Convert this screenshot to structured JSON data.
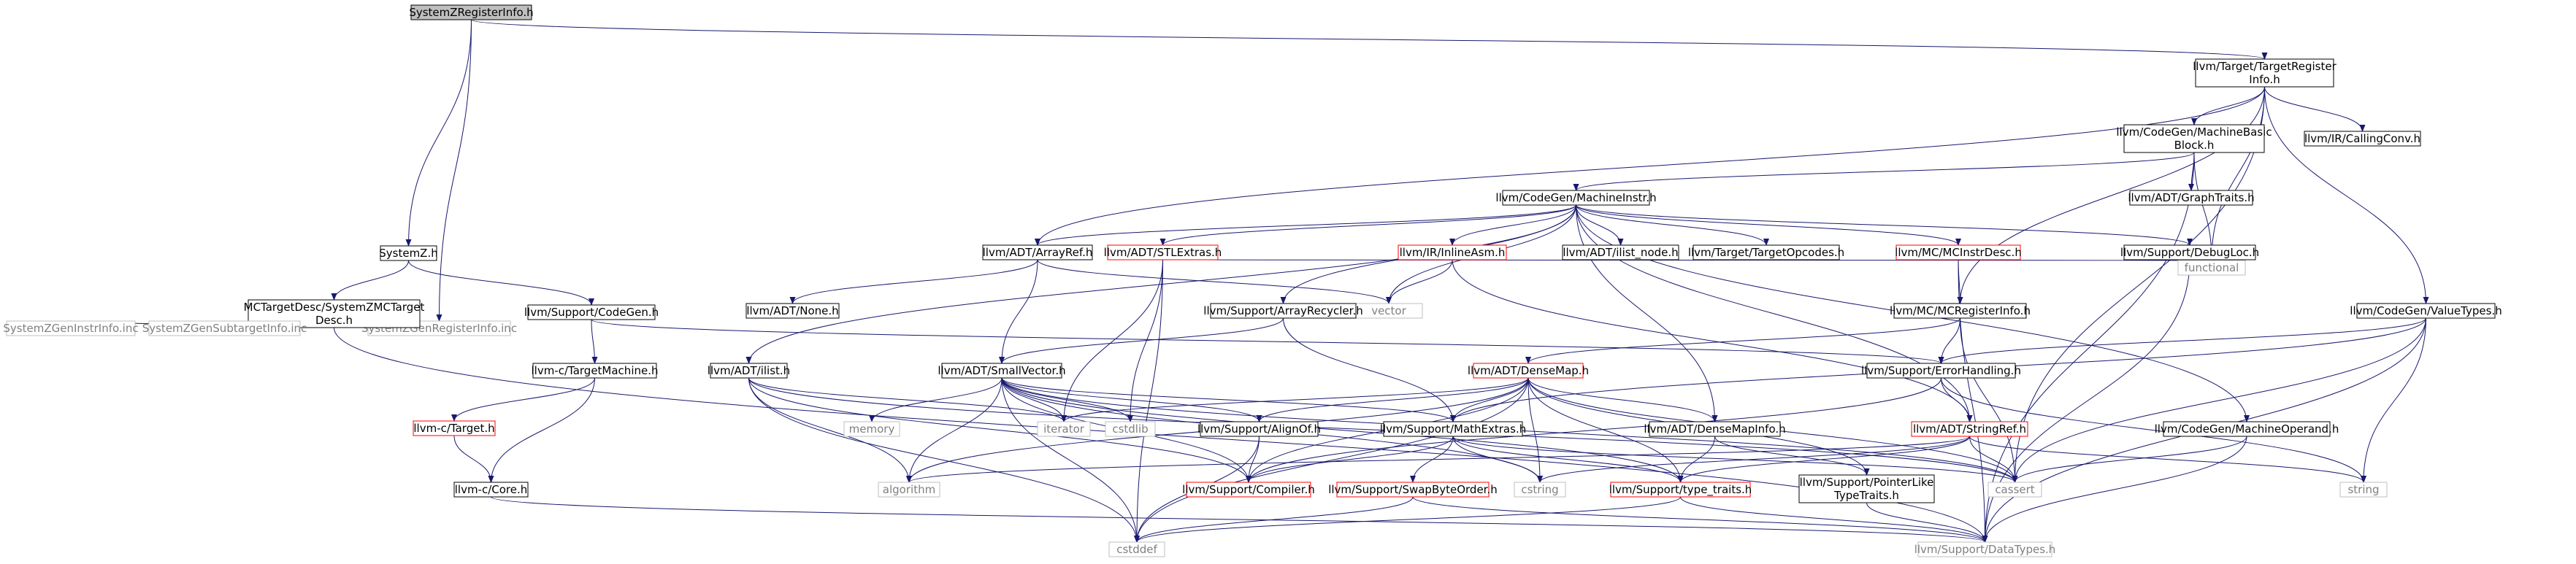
{
  "colors": {
    "edge": "#191970",
    "node_border": "#000000",
    "external_border": "#bfbfbf",
    "missing_border": "#ff0000",
    "root_fill": "#bfbfbf",
    "text": "#000000",
    "external_text": "#808080"
  },
  "nodes": [
    {
      "id": "systemz_registerinfo_h",
      "lines": [
        "SystemZRegisterInfo.h"
      ],
      "kind": "root"
    },
    {
      "id": "llvm_target_targetregisterinfo_h",
      "lines": [
        "llvm/Target/TargetRegister",
        "Info.h"
      ],
      "kind": "normal"
    },
    {
      "id": "systemz_h",
      "lines": [
        "SystemZ.h"
      ],
      "kind": "normal"
    },
    {
      "id": "systemzgenregisterinfo_inc",
      "lines": [
        "SystemZGenRegisterInfo.inc"
      ],
      "kind": "external"
    },
    {
      "id": "mctargetdesc_systemzmctargetdesc_h",
      "lines": [
        "MCTargetDesc/SystemZMCTarget",
        "Desc.h"
      ],
      "kind": "normal"
    },
    {
      "id": "llvm_support_codegen_h",
      "lines": [
        "llvm/Support/CodeGen.h"
      ],
      "kind": "normal"
    },
    {
      "id": "systemzgeninstrinfo_inc",
      "lines": [
        "SystemZGenInstrInfo.inc"
      ],
      "kind": "external"
    },
    {
      "id": "systemzgensubtargetinfo_inc",
      "lines": [
        "SystemZGenSubtargetInfo.inc"
      ],
      "kind": "external"
    },
    {
      "id": "llvm_c_targetmachine_h",
      "lines": [
        "llvm-c/TargetMachine.h"
      ],
      "kind": "normal"
    },
    {
      "id": "llvm_c_target_h",
      "lines": [
        "llvm-c/Target.h"
      ],
      "kind": "missing"
    },
    {
      "id": "llvm_c_core_h",
      "lines": [
        "llvm-c/Core.h"
      ],
      "kind": "normal"
    },
    {
      "id": "llvm_codegen_machinebasicblock_h",
      "lines": [
        "llvm/CodeGen/MachineBasic",
        "Block.h"
      ],
      "kind": "normal"
    },
    {
      "id": "llvm_ir_callingconv_h",
      "lines": [
        "llvm/IR/CallingConv.h"
      ],
      "kind": "normal"
    },
    {
      "id": "llvm_codegen_machineinstr_h",
      "lines": [
        "llvm/CodeGen/MachineInstr.h"
      ],
      "kind": "normal"
    },
    {
      "id": "llvm_adt_graphtraits_h",
      "lines": [
        "llvm/ADT/GraphTraits.h"
      ],
      "kind": "normal"
    },
    {
      "id": "llvm_adt_arrayref_h",
      "lines": [
        "llvm/ADT/ArrayRef.h"
      ],
      "kind": "normal"
    },
    {
      "id": "llvm_adt_stlextras_h",
      "lines": [
        "llvm/ADT/STLExtras.h"
      ],
      "kind": "missing"
    },
    {
      "id": "llvm_ir_inlineasm_h",
      "lines": [
        "llvm/IR/InlineAsm.h"
      ],
      "kind": "missing"
    },
    {
      "id": "llvm_adt_ilist_node_h",
      "lines": [
        "llvm/ADT/ilist_node.h"
      ],
      "kind": "normal"
    },
    {
      "id": "llvm_target_targetopcodes_h",
      "lines": [
        "llvm/Target/TargetOpcodes.h"
      ],
      "kind": "normal"
    },
    {
      "id": "llvm_mc_mcinstrdesc_h",
      "lines": [
        "llvm/MC/MCInstrDesc.h"
      ],
      "kind": "missing"
    },
    {
      "id": "llvm_support_debugloc_h",
      "lines": [
        "llvm/Support/DebugLoc.h"
      ],
      "kind": "normal"
    },
    {
      "id": "llvm_adt_none_h",
      "lines": [
        "llvm/ADT/None.h"
      ],
      "kind": "normal"
    },
    {
      "id": "vector",
      "lines": [
        "vector"
      ],
      "kind": "external"
    },
    {
      "id": "functional",
      "lines": [
        "functional"
      ],
      "kind": "external"
    },
    {
      "id": "llvm_codegen_valuetypes_h",
      "lines": [
        "llvm/CodeGen/ValueTypes.h"
      ],
      "kind": "normal"
    },
    {
      "id": "llvm_support_arrayrecycler_h",
      "lines": [
        "llvm/Support/ArrayRecycler.h"
      ],
      "kind": "normal"
    },
    {
      "id": "llvm_mc_mcregisterinfo_h",
      "lines": [
        "llvm/MC/MCRegisterInfo.h"
      ],
      "kind": "normal"
    },
    {
      "id": "llvm_adt_ilist_h",
      "lines": [
        "llvm/ADT/ilist.h"
      ],
      "kind": "normal"
    },
    {
      "id": "llvm_adt_smallvector_h",
      "lines": [
        "llvm/ADT/SmallVector.h"
      ],
      "kind": "normal"
    },
    {
      "id": "llvm_adt_densemap_h",
      "lines": [
        "llvm/ADT/DenseMap.h"
      ],
      "kind": "missing"
    },
    {
      "id": "llvm_support_errorhandling_h",
      "lines": [
        "llvm/Support/ErrorHandling.h"
      ],
      "kind": "normal"
    },
    {
      "id": "memory",
      "lines": [
        "memory"
      ],
      "kind": "external"
    },
    {
      "id": "iterator",
      "lines": [
        "iterator"
      ],
      "kind": "external"
    },
    {
      "id": "cstdlib",
      "lines": [
        "cstdlib"
      ],
      "kind": "external"
    },
    {
      "id": "llvm_support_alignof_h",
      "lines": [
        "llvm/Support/AlignOf.h"
      ],
      "kind": "normal"
    },
    {
      "id": "llvm_support_mathextras_h",
      "lines": [
        "llvm/Support/MathExtras.h"
      ],
      "kind": "normal"
    },
    {
      "id": "llvm_adt_densemapinfo_h",
      "lines": [
        "llvm/ADT/DenseMapInfo.h"
      ],
      "kind": "normal"
    },
    {
      "id": "llvm_adt_stringref_h",
      "lines": [
        "llvm/ADT/StringRef.h"
      ],
      "kind": "missing"
    },
    {
      "id": "llvm_codegen_machineoperand_h",
      "lines": [
        "llvm/CodeGen/MachineOperand.h"
      ],
      "kind": "normal"
    },
    {
      "id": "algorithm",
      "lines": [
        "algorithm"
      ],
      "kind": "external"
    },
    {
      "id": "llvm_support_compiler_h",
      "lines": [
        "llvm/Support/Compiler.h"
      ],
      "kind": "missing"
    },
    {
      "id": "llvm_support_swapbyteorder_h",
      "lines": [
        "llvm/Support/SwapByteOrder.h"
      ],
      "kind": "missing"
    },
    {
      "id": "cstring",
      "lines": [
        "cstring"
      ],
      "kind": "external"
    },
    {
      "id": "llvm_support_type_traits_h",
      "lines": [
        "llvm/Support/type_traits.h"
      ],
      "kind": "missing"
    },
    {
      "id": "llvm_support_pointerliketypetraits_h",
      "lines": [
        "llvm/Support/PointerLike",
        "TypeTraits.h"
      ],
      "kind": "normal"
    },
    {
      "id": "cassert",
      "lines": [
        "cassert"
      ],
      "kind": "external"
    },
    {
      "id": "string",
      "lines": [
        "string"
      ],
      "kind": "external"
    },
    {
      "id": "cstddef",
      "lines": [
        "cstddef"
      ],
      "kind": "external"
    },
    {
      "id": "llvm_support_datatypes_h",
      "lines": [
        "llvm/Support/DataTypes.h"
      ],
      "kind": "external"
    }
  ],
  "edges": [
    [
      "systemz_registerinfo_h",
      "llvm_target_targetregisterinfo_h"
    ],
    [
      "systemz_registerinfo_h",
      "systemz_h"
    ],
    [
      "systemz_registerinfo_h",
      "systemzgenregisterinfo_inc"
    ],
    [
      "systemz_h",
      "mctargetdesc_systemzmctargetdesc_h"
    ],
    [
      "systemz_h",
      "llvm_support_codegen_h"
    ],
    [
      "mctargetdesc_systemzmctargetdesc_h",
      "systemzgeninstrinfo_inc"
    ],
    [
      "mctargetdesc_systemzmctargetdesc_h",
      "systemzgensubtargetinfo_inc"
    ],
    [
      "mctargetdesc_systemzmctargetdesc_h",
      "systemzgenregisterinfo_inc"
    ],
    [
      "mctargetdesc_systemzmctargetdesc_h",
      "llvm_support_datatypes_h"
    ],
    [
      "llvm_support_codegen_h",
      "llvm_c_targetmachine_h"
    ],
    [
      "llvm_support_codegen_h",
      "llvm_support_errorhandling_h"
    ],
    [
      "llvm_c_targetmachine_h",
      "llvm_c_target_h"
    ],
    [
      "llvm_c_targetmachine_h",
      "llvm_c_core_h"
    ],
    [
      "llvm_c_target_h",
      "llvm_c_core_h"
    ],
    [
      "llvm_c_core_h",
      "llvm_support_datatypes_h"
    ],
    [
      "llvm_target_targetregisterinfo_h",
      "llvm_codegen_machinebasicblock_h"
    ],
    [
      "llvm_target_targetregisterinfo_h",
      "llvm_ir_callingconv_h"
    ],
    [
      "llvm_target_targetregisterinfo_h",
      "llvm_adt_arrayref_h"
    ],
    [
      "llvm_target_targetregisterinfo_h",
      "llvm_mc_mcregisterinfo_h"
    ],
    [
      "llvm_target_targetregisterinfo_h",
      "llvm_codegen_valuetypes_h"
    ],
    [
      "llvm_target_targetregisterinfo_h",
      "functional"
    ],
    [
      "llvm_target_targetregisterinfo_h",
      "cassert"
    ],
    [
      "llvm_codegen_machinebasicblock_h",
      "llvm_codegen_machineinstr_h"
    ],
    [
      "llvm_codegen_machinebasicblock_h",
      "llvm_adt_graphtraits_h"
    ],
    [
      "llvm_codegen_machinebasicblock_h",
      "functional"
    ],
    [
      "llvm_codegen_machinebasicblock_h",
      "llvm_support_datatypes_h"
    ],
    [
      "llvm_codegen_machineinstr_h",
      "llvm_adt_arrayref_h"
    ],
    [
      "llvm_codegen_machineinstr_h",
      "llvm_adt_stlextras_h"
    ],
    [
      "llvm_codegen_machineinstr_h",
      "llvm_ir_inlineasm_h"
    ],
    [
      "llvm_codegen_machineinstr_h",
      "llvm_adt_ilist_node_h"
    ],
    [
      "llvm_codegen_machineinstr_h",
      "llvm_target_targetopcodes_h"
    ],
    [
      "llvm_codegen_machineinstr_h",
      "llvm_mc_mcinstrdesc_h"
    ],
    [
      "llvm_codegen_machineinstr_h",
      "llvm_support_debugloc_h"
    ],
    [
      "llvm_codegen_machineinstr_h",
      "llvm_adt_ilist_h"
    ],
    [
      "llvm_codegen_machineinstr_h",
      "llvm_support_arrayrecycler_h"
    ],
    [
      "llvm_codegen_machineinstr_h",
      "llvm_adt_densemapinfo_h"
    ],
    [
      "llvm_codegen_machineinstr_h",
      "llvm_codegen_machineoperand_h"
    ],
    [
      "llvm_codegen_machineinstr_h",
      "llvm_adt_stringref_h"
    ],
    [
      "llvm_codegen_machineinstr_h",
      "vector"
    ],
    [
      "llvm_adt_arrayref_h",
      "llvm_adt_none_h"
    ],
    [
      "llvm_adt_arrayref_h",
      "llvm_adt_smallvector_h"
    ],
    [
      "llvm_adt_arrayref_h",
      "vector"
    ],
    [
      "llvm_adt_stlextras_h",
      "cstddef"
    ],
    [
      "llvm_adt_stlextras_h",
      "cstdlib"
    ],
    [
      "llvm_adt_stlextras_h",
      "iterator"
    ],
    [
      "llvm_adt_stlextras_h",
      "functional"
    ],
    [
      "llvm_ir_inlineasm_h",
      "vector"
    ],
    [
      "llvm_ir_inlineasm_h",
      "llvm_adt_stringref_h"
    ],
    [
      "llvm_mc_mcinstrdesc_h",
      "llvm_mc_mcregisterinfo_h"
    ],
    [
      "llvm_mc_mcinstrdesc_h",
      "llvm_support_datatypes_h"
    ],
    [
      "llvm_support_debugloc_h",
      "llvm_support_datatypes_h"
    ],
    [
      "llvm_support_arrayrecycler_h",
      "llvm_adt_smallvector_h"
    ],
    [
      "llvm_support_arrayrecycler_h",
      "llvm_support_mathextras_h"
    ],
    [
      "llvm_mc_mcregisterinfo_h",
      "llvm_adt_densemap_h"
    ],
    [
      "llvm_mc_mcregisterinfo_h",
      "llvm_support_errorhandling_h"
    ],
    [
      "llvm_mc_mcregisterinfo_h",
      "cassert"
    ],
    [
      "llvm_codegen_valuetypes_h",
      "llvm_support_errorhandling_h"
    ],
    [
      "llvm_codegen_valuetypes_h",
      "llvm_support_mathextras_h"
    ],
    [
      "llvm_codegen_valuetypes_h",
      "cassert"
    ],
    [
      "llvm_codegen_valuetypes_h",
      "string"
    ],
    [
      "llvm_codegen_valuetypes_h",
      "llvm_support_datatypes_h"
    ],
    [
      "llvm_adt_ilist_h",
      "algorithm"
    ],
    [
      "llvm_adt_ilist_h",
      "cassert"
    ],
    [
      "llvm_adt_ilist_h",
      "cstddef"
    ],
    [
      "llvm_adt_ilist_h",
      "iterator"
    ],
    [
      "llvm_adt_ilist_h",
      "llvm_support_compiler_h"
    ],
    [
      "llvm_adt_smallvector_h",
      "llvm_support_alignof_h"
    ],
    [
      "llvm_adt_smallvector_h",
      "llvm_support_compiler_h"
    ],
    [
      "llvm_adt_smallvector_h",
      "llvm_support_mathextras_h"
    ],
    [
      "llvm_adt_smallvector_h",
      "llvm_support_type_traits_h"
    ],
    [
      "llvm_adt_smallvector_h",
      "algorithm"
    ],
    [
      "llvm_adt_smallvector_h",
      "cassert"
    ],
    [
      "llvm_adt_smallvector_h",
      "cstddef"
    ],
    [
      "llvm_adt_smallvector_h",
      "cstdlib"
    ],
    [
      "llvm_adt_smallvector_h",
      "cstring"
    ],
    [
      "llvm_adt_smallvector_h",
      "iterator"
    ],
    [
      "llvm_adt_smallvector_h",
      "memory"
    ],
    [
      "llvm_adt_densemap_h",
      "llvm_adt_densemapinfo_h"
    ],
    [
      "llvm_adt_densemap_h",
      "llvm_support_alignof_h"
    ],
    [
      "llvm_adt_densemap_h",
      "llvm_support_compiler_h"
    ],
    [
      "llvm_adt_densemap_h",
      "llvm_support_mathextras_h"
    ],
    [
      "llvm_adt_densemap_h",
      "llvm_support_pointerliketypetraits_h"
    ],
    [
      "llvm_adt_densemap_h",
      "llvm_support_type_traits_h"
    ],
    [
      "llvm_adt_densemap_h",
      "algorithm"
    ],
    [
      "llvm_adt_densemap_h",
      "cassert"
    ],
    [
      "llvm_adt_densemap_h",
      "cstddef"
    ],
    [
      "llvm_adt_densemap_h",
      "cstring"
    ],
    [
      "llvm_adt_densemap_h",
      "iterator"
    ],
    [
      "llvm_support_errorhandling_h",
      "llvm_adt_stringref_h"
    ],
    [
      "llvm_support_errorhandling_h",
      "llvm_support_compiler_h"
    ],
    [
      "llvm_support_errorhandling_h",
      "string"
    ],
    [
      "llvm_support_alignof_h",
      "llvm_support_compiler_h"
    ],
    [
      "llvm_support_alignof_h",
      "cstddef"
    ],
    [
      "llvm_support_mathextras_h",
      "llvm_support_compiler_h"
    ],
    [
      "llvm_support_mathextras_h",
      "llvm_support_swapbyteorder_h"
    ],
    [
      "llvm_support_mathextras_h",
      "llvm_support_type_traits_h"
    ],
    [
      "llvm_support_mathextras_h",
      "cassert"
    ],
    [
      "llvm_support_mathextras_h",
      "cstring"
    ],
    [
      "llvm_adt_densemapinfo_h",
      "llvm_support_pointerliketypetraits_h"
    ],
    [
      "llvm_adt_densemapinfo_h",
      "llvm_support_type_traits_h"
    ],
    [
      "llvm_adt_stringref_h",
      "llvm_support_type_traits_h"
    ],
    [
      "llvm_adt_stringref_h",
      "algorithm"
    ],
    [
      "llvm_adt_stringref_h",
      "cassert"
    ],
    [
      "llvm_adt_stringref_h",
      "cstring"
    ],
    [
      "llvm_adt_stringref_h",
      "string"
    ],
    [
      "llvm_codegen_machineoperand_h",
      "cassert"
    ],
    [
      "llvm_codegen_machineoperand_h",
      "llvm_support_datatypes_h"
    ],
    [
      "llvm_support_swapbyteorder_h",
      "cstddef"
    ],
    [
      "llvm_support_swapbyteorder_h",
      "llvm_support_datatypes_h"
    ],
    [
      "llvm_support_type_traits_h",
      "cstddef"
    ],
    [
      "llvm_support_type_traits_h",
      "llvm_support_datatypes_h"
    ],
    [
      "llvm_support_pointerliketypetraits_h",
      "llvm_support_datatypes_h"
    ]
  ]
}
